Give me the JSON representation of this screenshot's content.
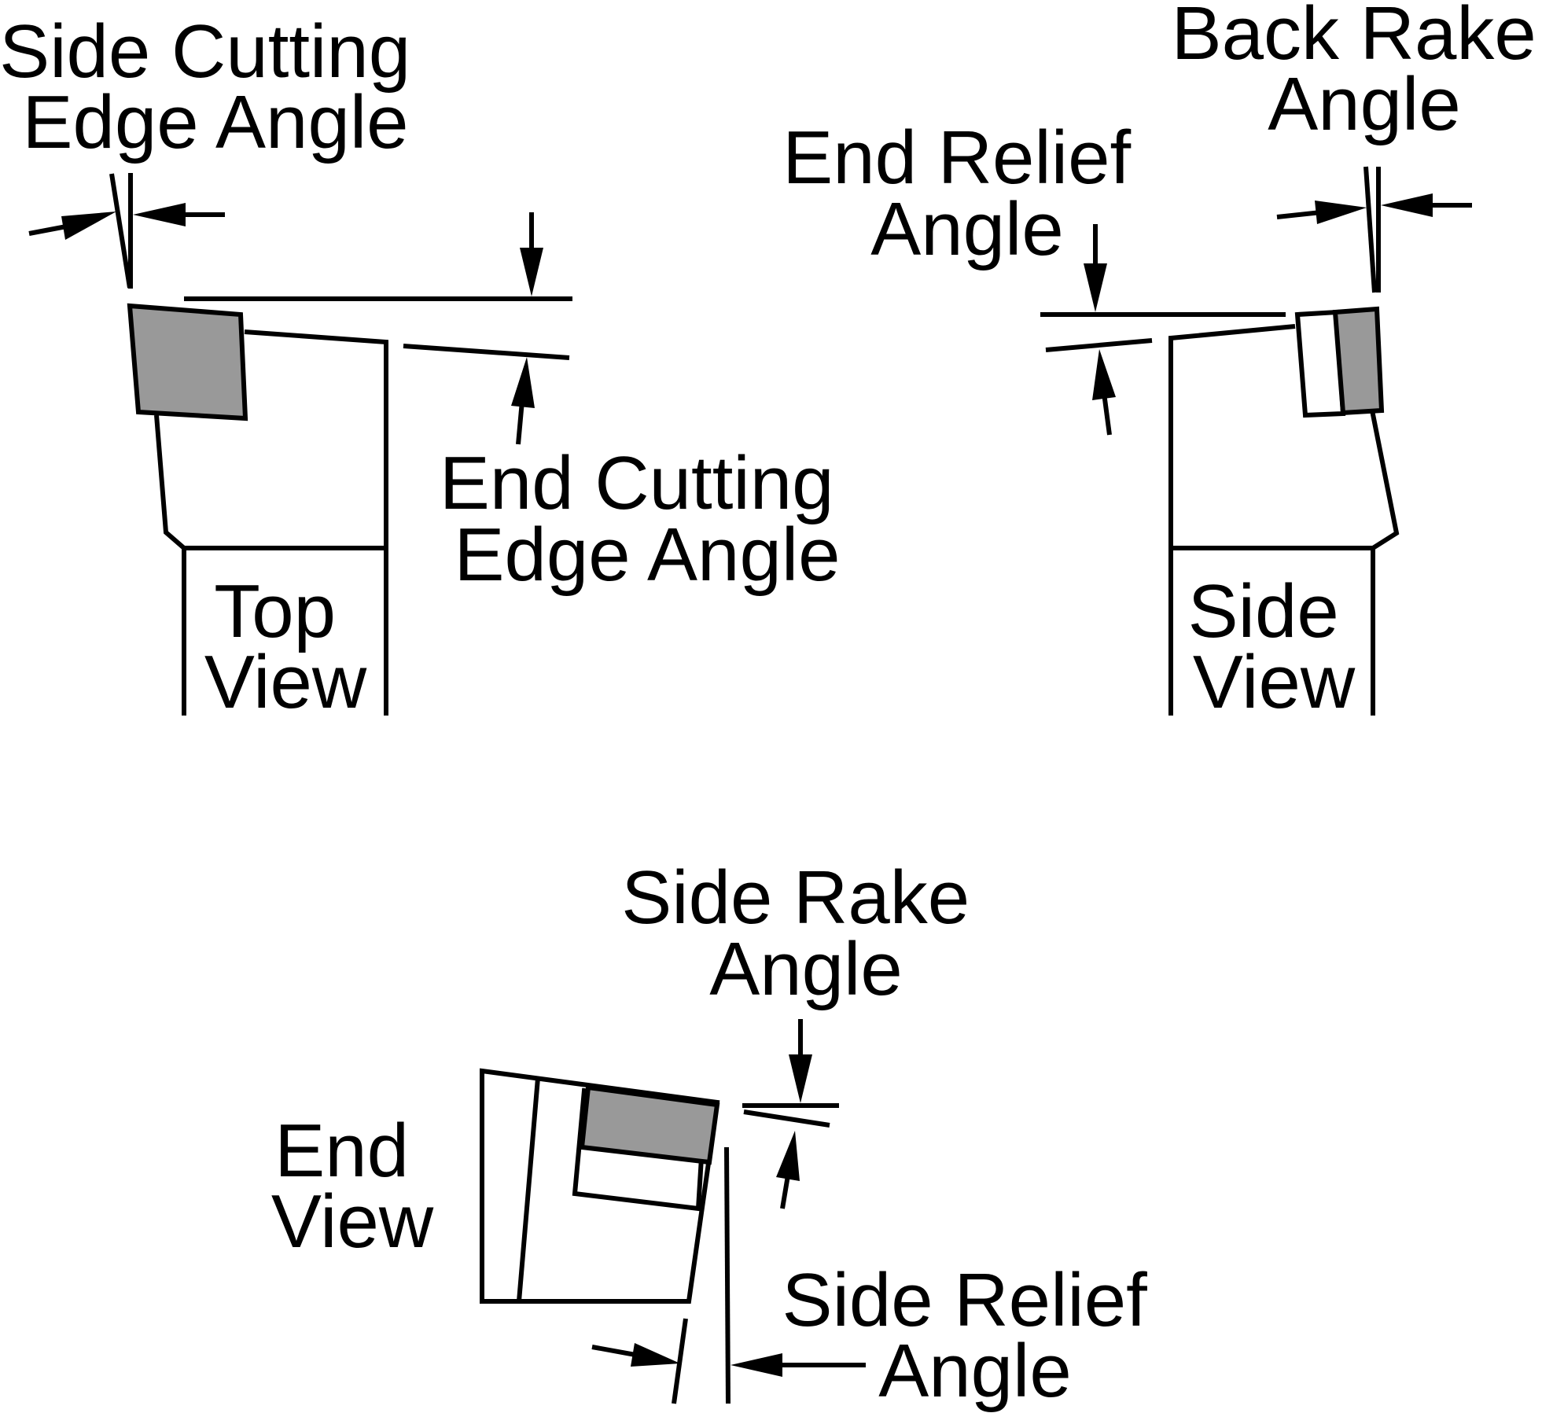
{
  "labels": {
    "side_cutting_edge_angle": [
      "Side Cutting",
      "Edge Angle"
    ],
    "end_cutting_edge_angle": [
      "End Cutting",
      "Edge Angle"
    ],
    "back_rake_angle": [
      "Back Rake",
      "Angle"
    ],
    "end_relief_angle": [
      "End Relief",
      "Angle"
    ],
    "side_rake_angle": [
      "Side Rake",
      "Angle"
    ],
    "side_relief_angle": [
      "Side Relief",
      "Angle"
    ],
    "top_view": [
      "Top",
      "View"
    ],
    "side_view": [
      "Side",
      "View"
    ],
    "end_view": [
      "End",
      "View"
    ]
  },
  "colors": {
    "line": "#000000",
    "insert_fill": "#999999",
    "background": "#ffffff"
  }
}
